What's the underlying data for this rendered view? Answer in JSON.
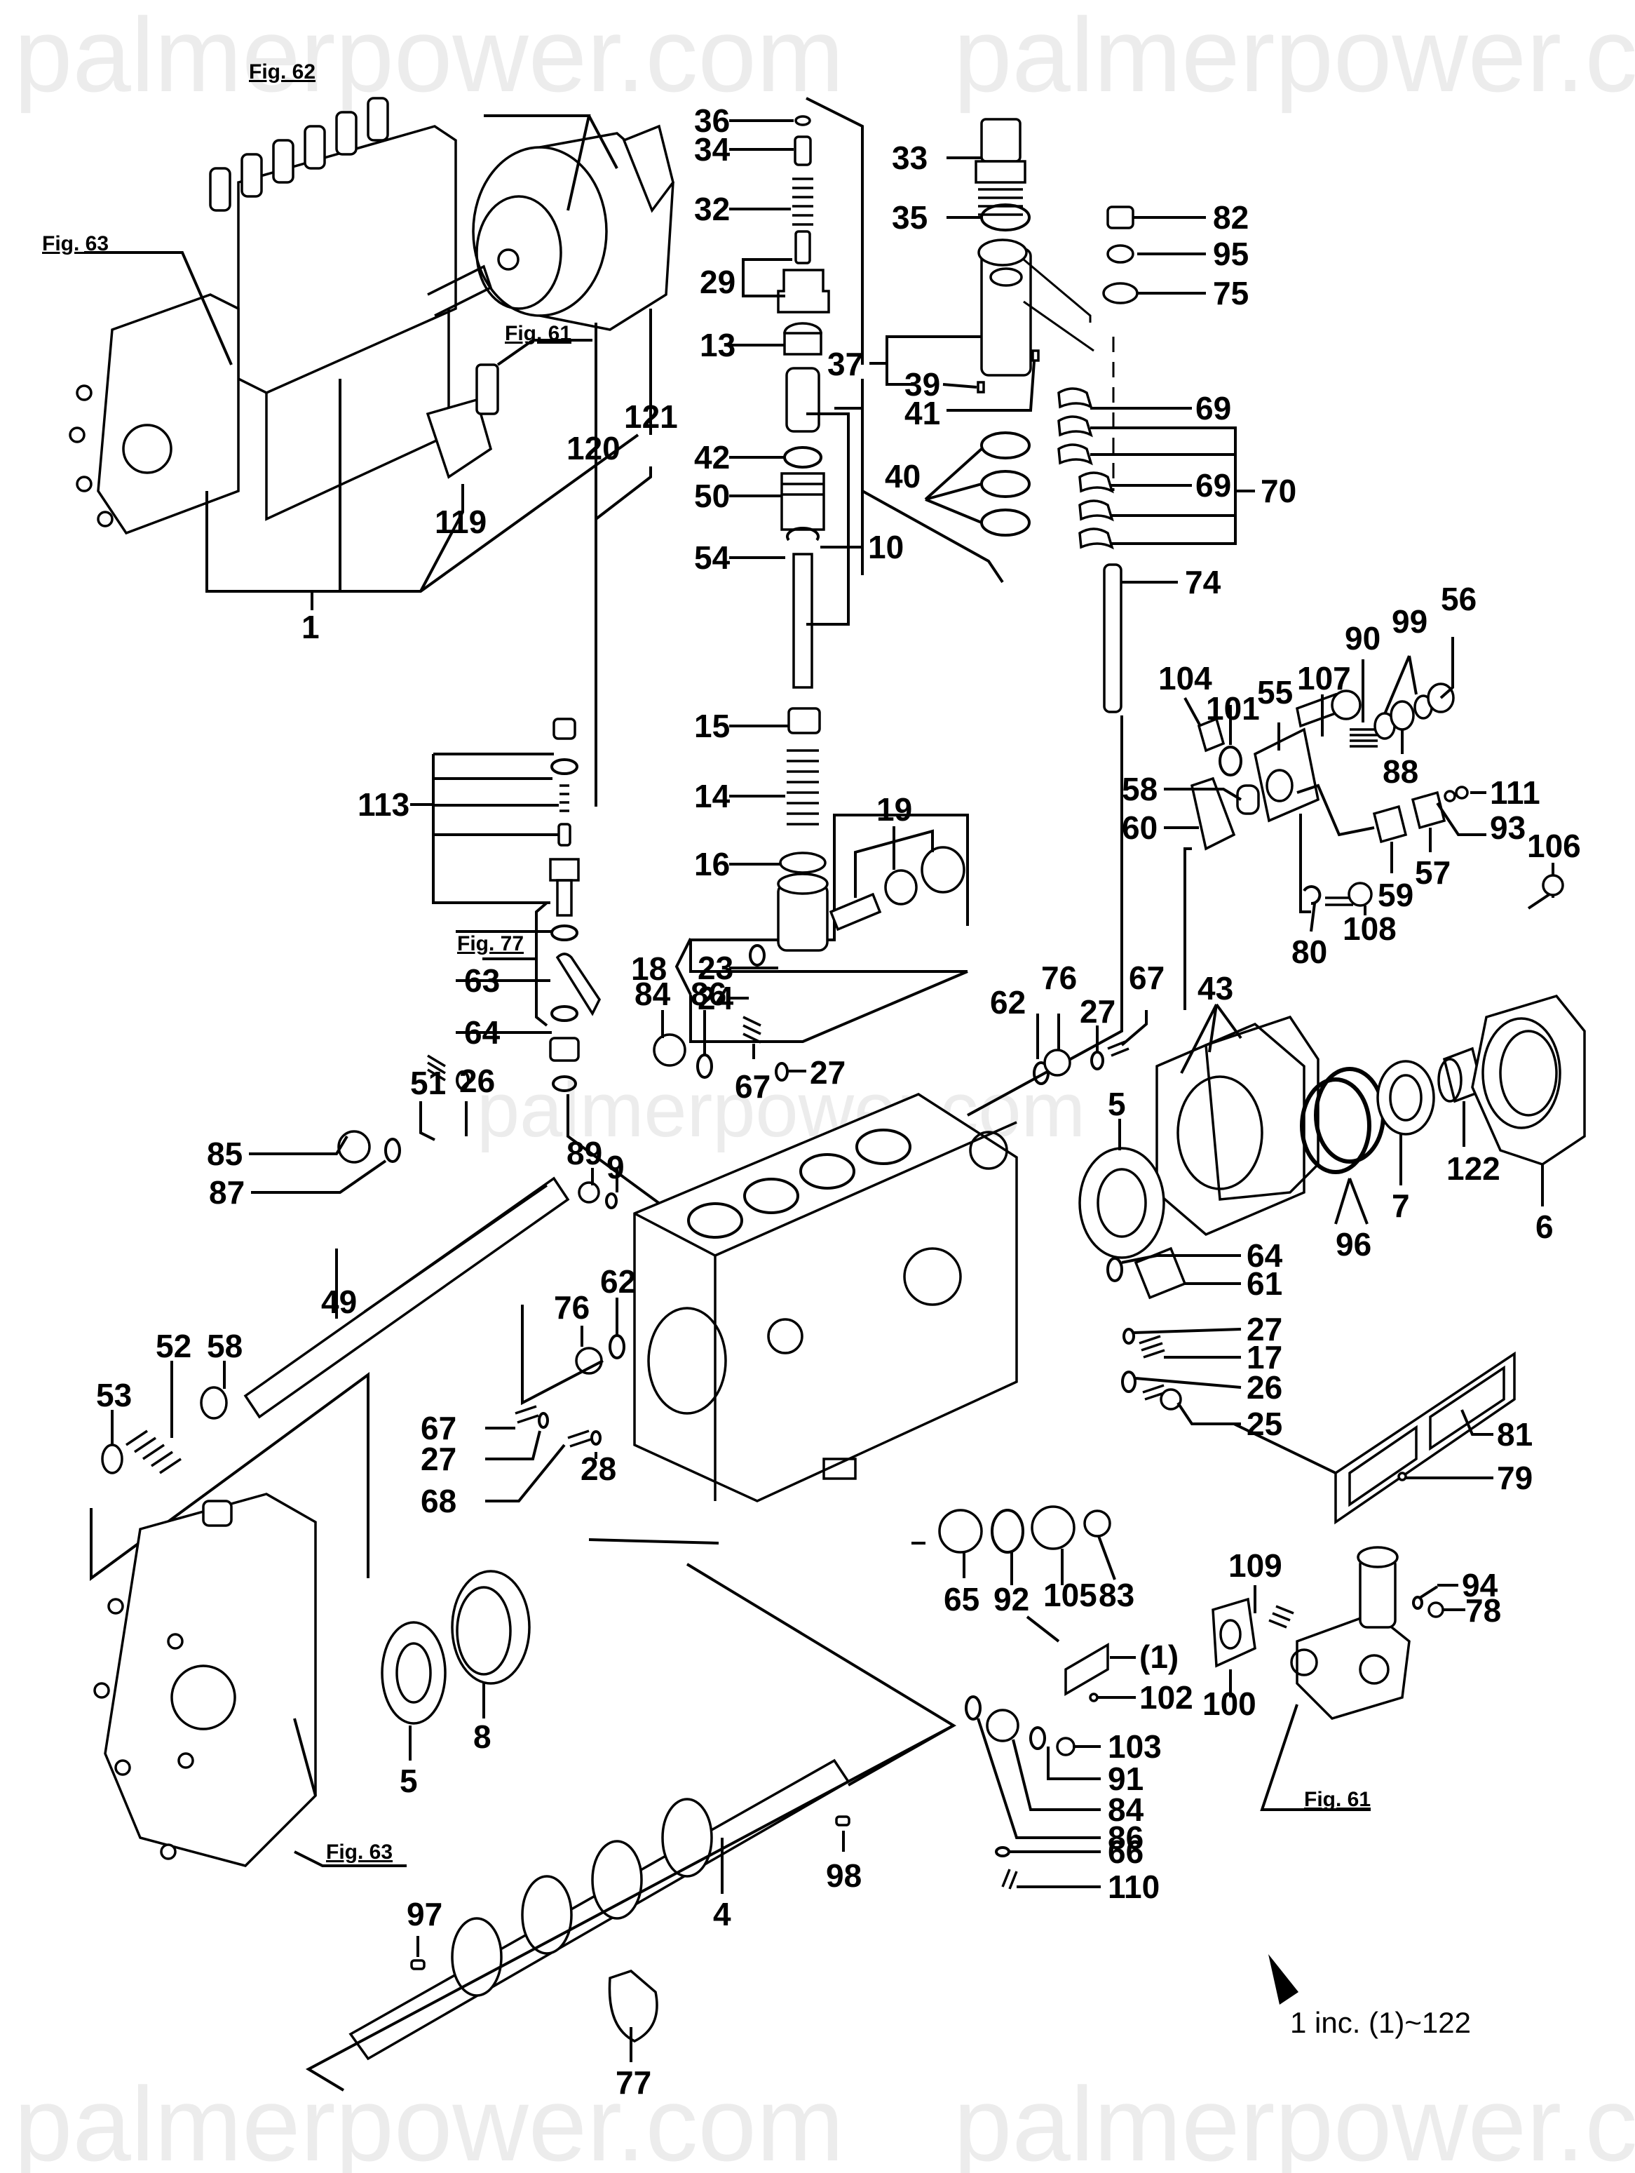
{
  "watermark": "palmerpower.com",
  "figure_refs": {
    "fig62": "Fig. 62",
    "fig63_top": "Fig. 63",
    "fig61_top": "Fig. 61",
    "fig77": "Fig. 77",
    "fig63_bottom": "Fig. 63",
    "fig61_bottom": "Fig. 61"
  },
  "note": "1 inc. (1)~122",
  "labels": {
    "p1": "1",
    "p119": "119",
    "p120": "120",
    "p121": "121",
    "p36": "36",
    "p34": "34",
    "p32": "32",
    "p29": "29",
    "p13": "13",
    "p42": "42",
    "p50": "50",
    "p54": "54",
    "p10": "10",
    "p15": "15",
    "p14": "14",
    "p16": "16",
    "p18": "18",
    "p19": "19",
    "p23": "23",
    "p24": "24",
    "p33": "33",
    "p35": "35",
    "p37": "37",
    "p39": "39",
    "p41": "41",
    "p40": "40",
    "p82": "82",
    "p95": "95",
    "p75": "75",
    "p69a": "69",
    "p69b": "69",
    "p70": "70",
    "p74": "74",
    "p113": "113",
    "p63": "63",
    "p64a": "64",
    "p104": "104",
    "p101": "101",
    "p55": "55",
    "p107": "107",
    "p90": "90",
    "p99": "99",
    "p56": "56",
    "p88": "88",
    "p58a": "58",
    "p60": "60",
    "p111": "111",
    "p93": "93",
    "p57": "57",
    "p59": "59",
    "p106": "106",
    "p80": "80",
    "p108": "108",
    "p84a": "84",
    "p86a": "86",
    "p67a": "67",
    "p27a": "27",
    "p62a": "62",
    "p76a": "76",
    "p27b": "27",
    "p67b": "67",
    "p43": "43",
    "p5a": "5",
    "p96": "96",
    "p7": "7",
    "p122": "122",
    "p6": "6",
    "p51": "51",
    "p26a": "26",
    "p85": "85",
    "p87": "87",
    "p89": "89",
    "p9": "9",
    "p49": "49",
    "p58b": "58",
    "p52": "52",
    "p53": "53",
    "p76b": "76",
    "p62b": "62",
    "p67c": "67",
    "p27c": "27",
    "p28": "28",
    "p68": "68",
    "p64b": "64",
    "p61": "61",
    "p27d": "27",
    "p17": "17",
    "p26b": "26",
    "p25": "25",
    "p81": "81",
    "p79": "79",
    "p65": "65",
    "p92": "92",
    "p105": "105",
    "p83": "83",
    "p1paren": "(1)",
    "p102": "102",
    "p109": "109",
    "p100": "100",
    "p94": "94",
    "p78": "78",
    "p103": "103",
    "p91": "91",
    "p84b": "84",
    "p86b": "86",
    "p66": "66",
    "p110": "110",
    "p5b": "5",
    "p8": "8",
    "p4": "4",
    "p97": "97",
    "p98": "98",
    "p77": "77"
  }
}
